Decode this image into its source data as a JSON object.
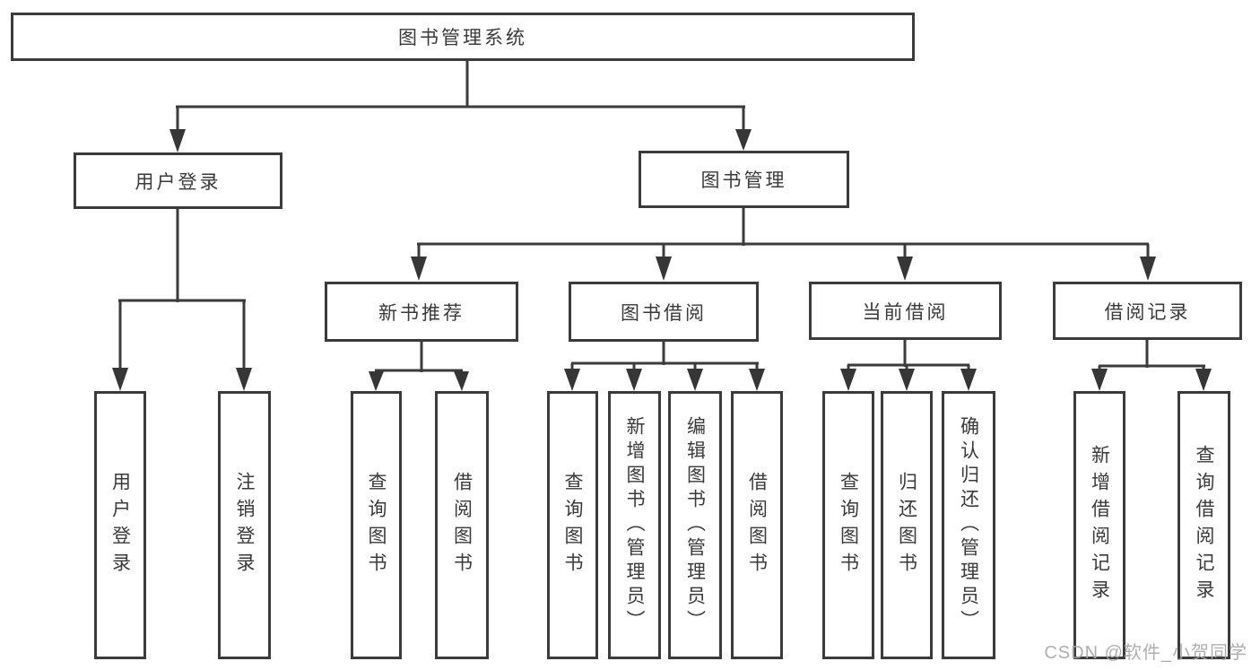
{
  "diagram": {
    "type": "hierarchy-tree",
    "title": "图书管理系统",
    "watermark": "CSDN @软件_小贺同学",
    "colors": {
      "background": "#ffffff",
      "line": "#3b3b3b",
      "box_border": "#3b3b3b",
      "box_background": "#ffffff",
      "text": "#3a3a3a",
      "watermark": "#a8a8a8"
    },
    "nodes": {
      "root": "图书管理系统",
      "user_login": "用户登录",
      "book_management": "图书管理",
      "new_book_recommendation": "新书推荐",
      "book_borrowing": "图书借阅",
      "current_borrowing": "当前借阅",
      "borrowing_records": "借阅记录",
      "user_login_leaf": "用户登录",
      "logout_leaf": "注销登录",
      "query_books_recommend": "查询图书",
      "borrow_book_recommend": "借阅图书",
      "query_books_borrow": "查询图书",
      "add_book_admin": "新增图书（管理员）",
      "edit_book_admin": "编辑图书（管理员）",
      "borrow_book_borrow": "借阅图书",
      "query_books_current": "查询图书",
      "return_book": "归还图书",
      "confirm_return_admin": "确认归还（管理员）",
      "add_borrow_record": "新增借阅记录",
      "query_borrow_record": "查询借阅记录"
    },
    "hierarchy": {
      "图书管理系统": {
        "用户登录": [
          "用户登录",
          "注销登录"
        ],
        "图书管理": {
          "新书推荐": [
            "查询图书",
            "借阅图书"
          ],
          "图书借阅": [
            "查询图书",
            "新增图书（管理员）",
            "编辑图书（管理员）",
            "借阅图书"
          ],
          "当前借阅": [
            "查询图书",
            "归还图书",
            "确认归还（管理员）"
          ],
          "借阅记录": [
            "新增借阅记录",
            "查询借阅记录"
          ]
        }
      }
    }
  }
}
